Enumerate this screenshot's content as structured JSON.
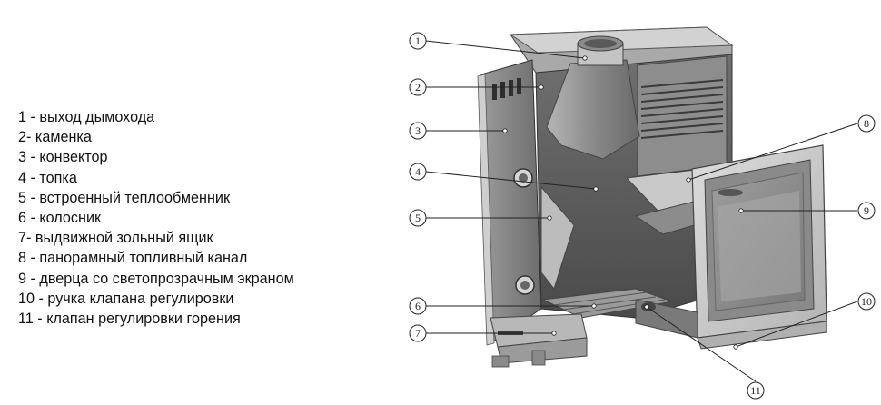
{
  "legend": [
    "1 - выход дымохода",
    "2- каменка",
    "3 - конвектор",
    "4 - топка",
    "5 - встроенный теплообменник",
    "6 - колосник",
    "7- выдвижной зольный ящик",
    "8 - панорамный топливный канал",
    "9 - дверца со светопрозрачным экраном",
    "10 - ручка клапана регулировки",
    "11 - клапан регулировки горения"
  ],
  "callouts": [
    "1",
    "2",
    "3",
    "4",
    "5",
    "6",
    "7",
    "8",
    "9",
    "10",
    "11"
  ]
}
